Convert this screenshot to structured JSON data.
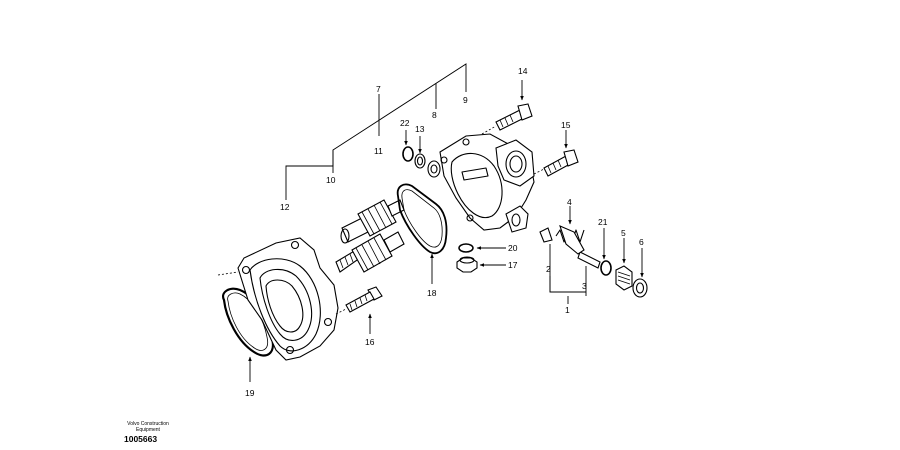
{
  "diagram": {
    "callouts": {
      "c1": "1",
      "c2": "2",
      "c3": "3",
      "c4": "4",
      "c5": "5",
      "c6": "6",
      "c7": "7",
      "c8": "8",
      "c9": "9",
      "c10": "10",
      "c11": "11",
      "c12": "12",
      "c13": "13",
      "c14": "14",
      "c15": "15",
      "c16": "16",
      "c17": "17",
      "c18": "18",
      "c19": "19",
      "c20": "20",
      "c21": "21",
      "c22": "22"
    }
  },
  "footer": {
    "brand_line1": "Volvo Construction",
    "brand_line2": "Equipment",
    "document_number": "1005663"
  }
}
